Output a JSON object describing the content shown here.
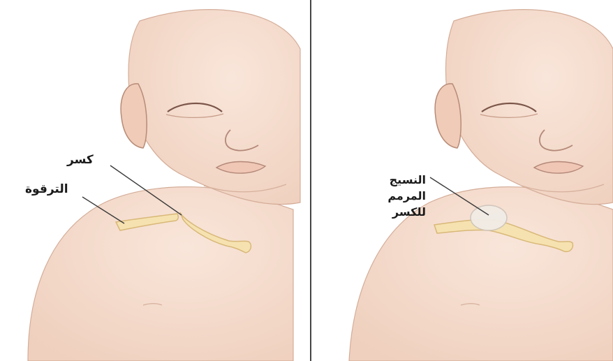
{
  "panels": {
    "left": {
      "fracture_label": "كسر",
      "clavicle_label": "الترقوة"
    },
    "right": {
      "callus_label": "النسيج المرمم للكسر"
    }
  },
  "colors": {
    "skin": "#f4dccd",
    "skin_shadow": "#e3bfa9",
    "outline": "#c99f8c",
    "bone": "#f6e2b0",
    "bone_edge": "#d8b878",
    "callus": "#f1ece6",
    "divider": "#444444",
    "leader_line": "#3a3a3a"
  }
}
